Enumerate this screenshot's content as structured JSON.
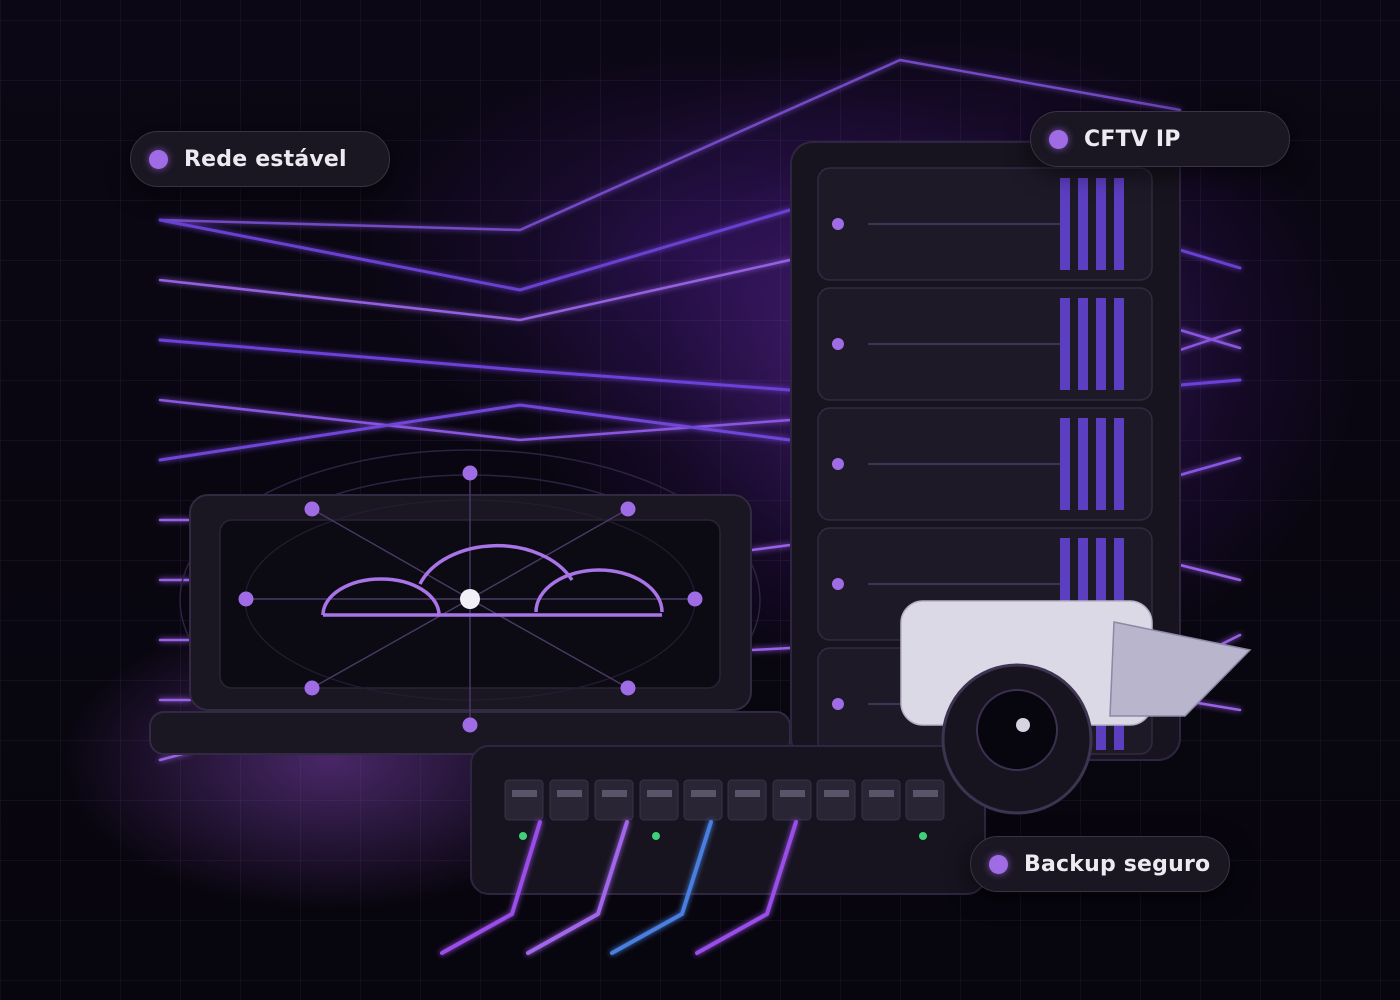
{
  "labels": {
    "rede": "Rede estável",
    "cftv": "CFTV IP",
    "backup": "Backup seguro"
  },
  "icons": {
    "laptop": "laptop-network-icon",
    "cloud": "cloud-icon",
    "server": "server-rack-icon",
    "camera": "security-camera-icon",
    "switch": "network-switch-icon"
  },
  "colors": {
    "accent": "#a06ce6",
    "background": "#07050d",
    "panel": "#1a1622",
    "cable_purple": "#9a4ee8",
    "cable_blue": "#4a7fe0",
    "led_green": "#3fd07a"
  }
}
